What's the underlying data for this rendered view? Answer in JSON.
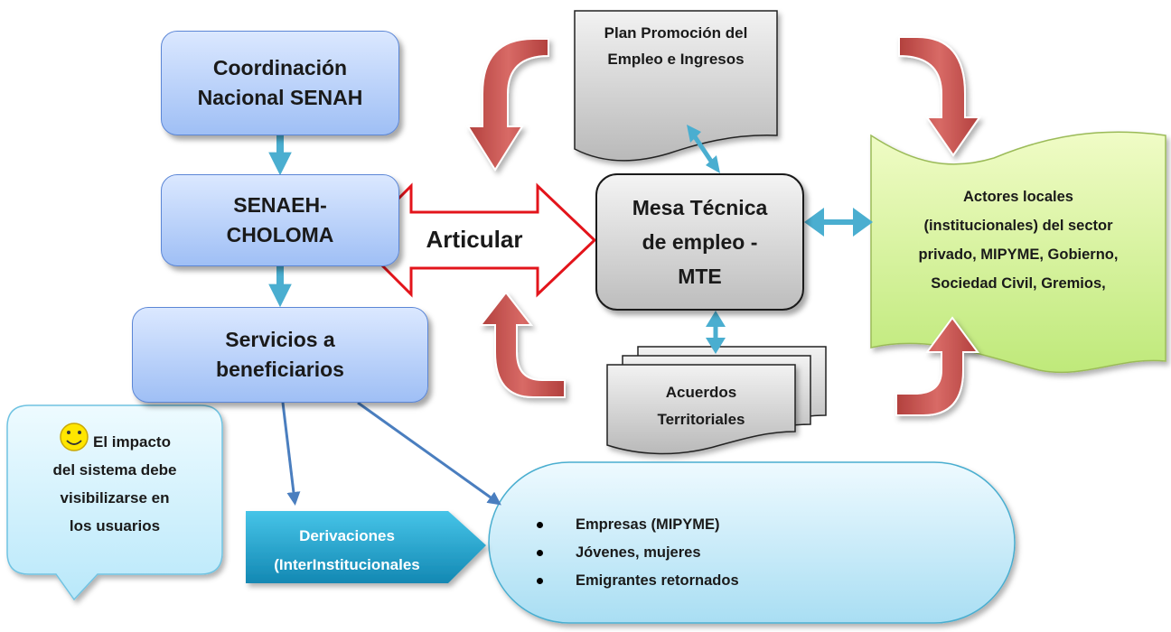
{
  "nodes": {
    "coordinacion": [
      "Coordinación",
      "Nacional SENAH"
    ],
    "senaeh": [
      "SENAEH-",
      "CHOLOMA"
    ],
    "servicios": [
      "Servicios a",
      "beneficiarios"
    ],
    "mesa": [
      "Mesa Técnica",
      "de empleo -",
      "MTE"
    ],
    "plan": [
      "Plan Promoción del",
      "Empleo e Ingresos"
    ],
    "acuerdos": [
      "Acuerdos",
      "Territoriales"
    ],
    "actores": [
      "Actores locales",
      "(institucionales)  del sector",
      "privado, MIPYME, Gobierno,",
      "Sociedad Civil, Gremios,"
    ],
    "derivaciones": [
      "Derivaciones",
      "(InterInstitucionales",
      ")"
    ],
    "callout": [
      "El impacto",
      "del sistema debe",
      "visibilizarse en",
      "los usuarios"
    ]
  },
  "articular_label": "Articular",
  "beneficiaries": [
    "Empresas (MIPYME)",
    "Jóvenes, mujeres",
    "Emigrantes retornados"
  ],
  "colors": {
    "blue_box": "#9fbff5",
    "gray_box": "#bdbdbd",
    "arrow_teal": "#4aaed0",
    "arrow_red_outline": "#e3141b",
    "curved_arrow": "#c0504d",
    "actores_fill": "#d9f5a0",
    "oval_fill": "#c8ecf8",
    "derivaciones_fill": "#1f9fc9",
    "callout_fill": "#d3f2fd"
  },
  "icons": [
    "smiley-icon"
  ]
}
